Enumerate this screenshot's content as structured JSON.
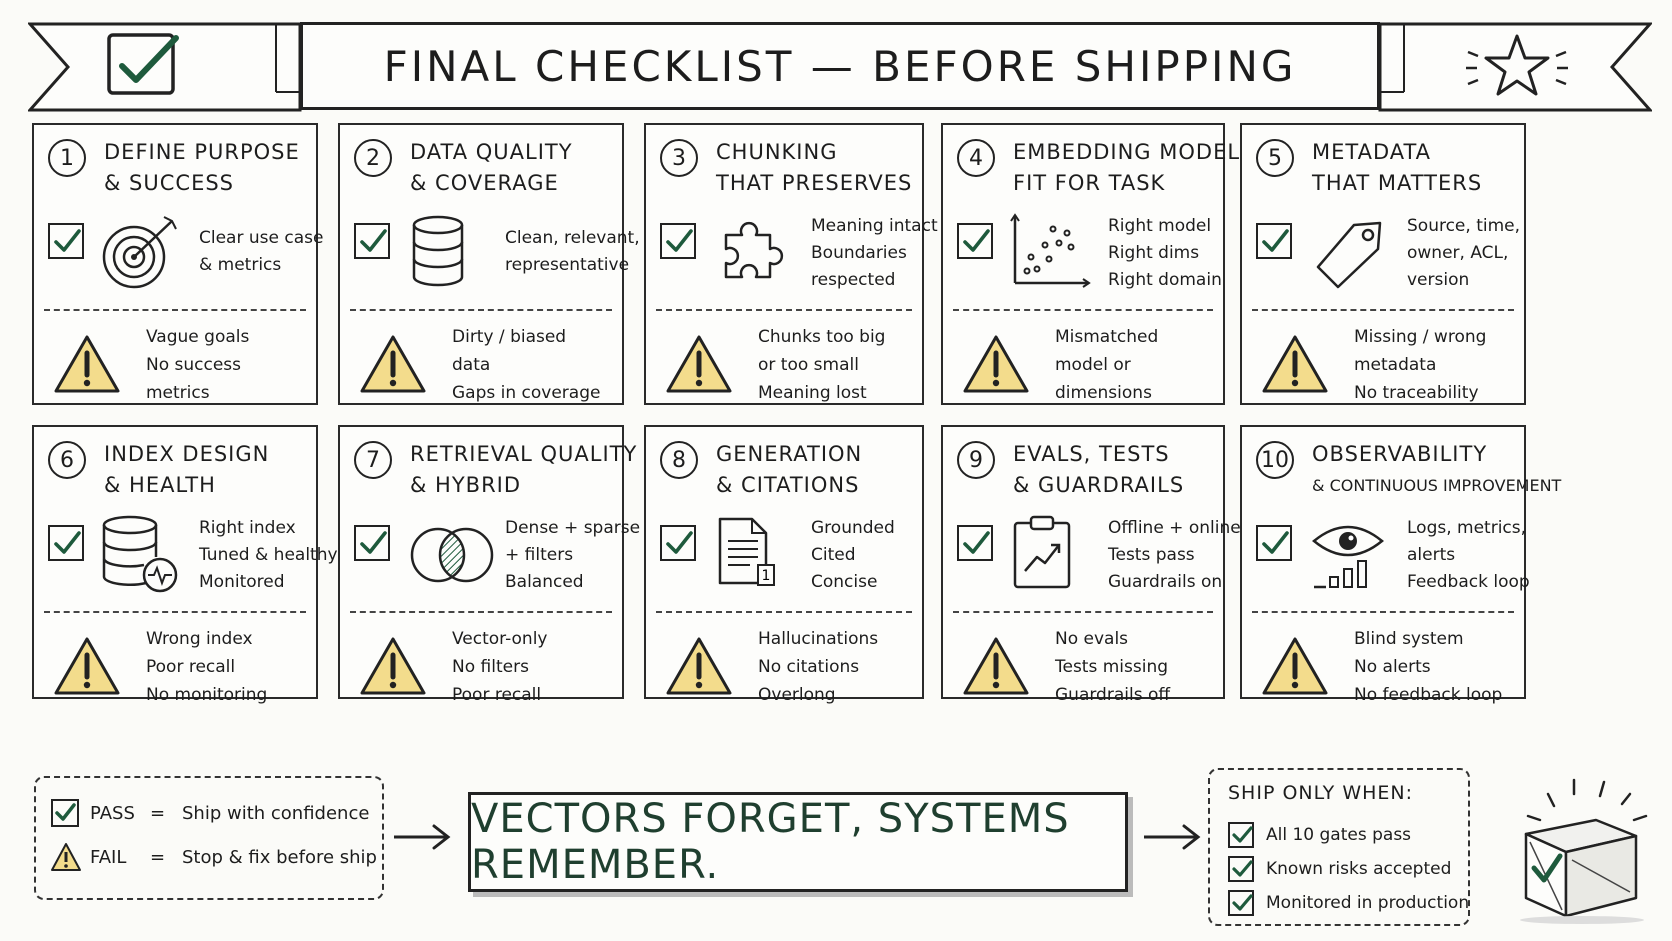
{
  "header": {
    "title": "FINAL CHECKLIST — BEFORE SHIPPING"
  },
  "colors": {
    "check_green": "#1e5a3c",
    "warn_yellow": "#f3dc8c",
    "ink": "#1d1d1d",
    "motto_green": "#1f3f2f"
  },
  "cards": [
    {
      "num": "1",
      "title": [
        "DEFINE PURPOSE",
        "& SUCCESS"
      ],
      "icon": "target-icon",
      "good": [
        "Clear use case",
        "& metrics"
      ],
      "bad": [
        "Vague goals",
        "No success",
        "metrics"
      ]
    },
    {
      "num": "2",
      "title": [
        "DATA QUALITY",
        "& COVERAGE"
      ],
      "icon": "database-icon",
      "good": [
        "Clean, relevant,",
        "representative"
      ],
      "bad": [
        "Dirty / biased",
        "data",
        "Gaps in coverage"
      ]
    },
    {
      "num": "3",
      "title": [
        "CHUNKING",
        "THAT PRESERVES"
      ],
      "icon": "puzzle-icon",
      "good": [
        "Meaning intact",
        "Boundaries",
        "respected"
      ],
      "bad": [
        "Chunks too big",
        "or too small",
        "Meaning lost"
      ]
    },
    {
      "num": "4",
      "title": [
        "EMBEDDING MODEL",
        "FIT FOR TASK"
      ],
      "icon": "scatter-plot-icon",
      "good": [
        "Right model",
        "Right dims",
        "Right domain"
      ],
      "bad": [
        "Mismatched",
        "model or",
        "dimensions"
      ]
    },
    {
      "num": "5",
      "title": [
        "METADATA",
        "THAT MATTERS"
      ],
      "icon": "tag-icon",
      "good": [
        "Source, time,",
        "owner, ACL,",
        "version"
      ],
      "bad": [
        "Missing / wrong",
        "metadata",
        "No traceability"
      ]
    },
    {
      "num": "6",
      "title": [
        "INDEX DESIGN",
        "& HEALTH"
      ],
      "icon": "database-health-icon",
      "good": [
        "Right index",
        "Tuned & healthy",
        "Monitored"
      ],
      "bad": [
        "Wrong index",
        "Poor recall",
        "No monitoring"
      ]
    },
    {
      "num": "7",
      "title": [
        "RETRIEVAL QUALITY",
        "& HYBRID"
      ],
      "icon": "venn-icon",
      "good": [
        "Dense + sparse",
        "+ filters",
        "Balanced"
      ],
      "bad": [
        "Vector-only",
        "No filters",
        "Poor recall"
      ]
    },
    {
      "num": "8",
      "title": [
        "GENERATION",
        "& CITATIONS"
      ],
      "icon": "document-citation-icon",
      "good": [
        "Grounded",
        "Cited",
        "Concise"
      ],
      "bad": [
        "Hallucinations",
        "No citations",
        "Overlong"
      ]
    },
    {
      "num": "9",
      "title": [
        "EVALS, TESTS",
        "& GUARDRAILS"
      ],
      "icon": "clipboard-chart-icon",
      "good": [
        "Offline + online",
        "Tests pass",
        "Guardrails on"
      ],
      "bad": [
        "No evals",
        "Tests missing",
        "Guardrails off"
      ]
    },
    {
      "num": "10",
      "title": [
        "OBSERVABILITY",
        "& CONTINUOUS IMPROVEMENT"
      ],
      "icon": "eye-metrics-icon",
      "good": [
        "Logs, metrics,",
        "alerts",
        "Feedback loop"
      ],
      "bad": [
        "Blind system",
        "No alerts",
        "No feedback loop"
      ]
    }
  ],
  "legend": {
    "pass_label": "PASS",
    "pass_eq": "=",
    "pass_text": "Ship with confidence",
    "fail_label": "FAIL",
    "fail_eq": "=",
    "fail_text": "Stop & fix before ship"
  },
  "motto": "VECTORS FORGET, SYSTEMS REMEMBER.",
  "ship": {
    "title": "SHIP ONLY WHEN:",
    "items": [
      "All 10 gates pass",
      "Known risks accepted",
      "Monitored in production"
    ]
  }
}
